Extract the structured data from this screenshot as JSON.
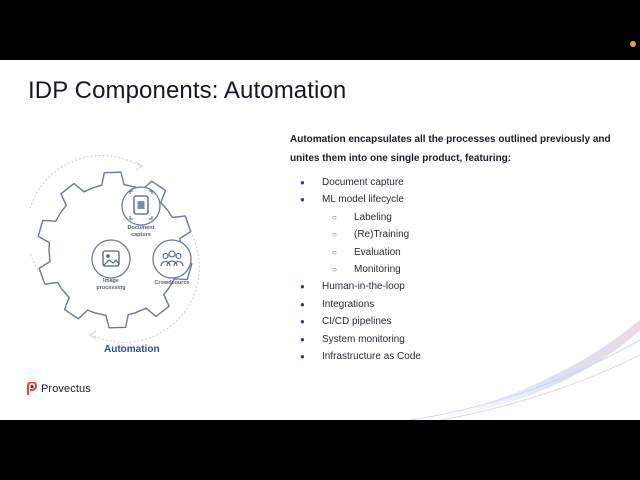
{
  "slide": {
    "title": "IDP Components: Automation",
    "intro": "Automation encapsulates all the processes outlined previously and unites them into one single product, featuring:",
    "items": [
      {
        "level": 1,
        "text": "Document capture"
      },
      {
        "level": 1,
        "text": "ML model lifecycle"
      },
      {
        "level": 2,
        "text": "Labeling"
      },
      {
        "level": 2,
        "text": "(Re)Training"
      },
      {
        "level": 2,
        "text": "Evaluation"
      },
      {
        "level": 2,
        "text": "Monitoring"
      },
      {
        "level": 1,
        "text": "Human-in-the-loop"
      },
      {
        "level": 1,
        "text": "Integrations"
      },
      {
        "level": 1,
        "text": "CI/CD pipelines"
      },
      {
        "level": 1,
        "text": "System monitoring"
      },
      {
        "level": 1,
        "text": "Infrastructure as Code"
      }
    ]
  },
  "diagram": {
    "nodes": [
      {
        "label_line1": "Document",
        "label_line2": "capture",
        "icon": "document-scan-icon"
      },
      {
        "label_line1": "Image",
        "label_line2": "processing",
        "icon": "image-icon"
      },
      {
        "label_line1": "Crowdsource",
        "label_line2": "",
        "icon": "people-icon"
      }
    ],
    "caption": "Automation"
  },
  "brand": {
    "name": "Provectus",
    "accent": "#2d4f8f",
    "logo_red": "#e0473a"
  },
  "colors": {
    "bullet": "#2b3c8a",
    "gear_stroke": "#6b7a99"
  }
}
